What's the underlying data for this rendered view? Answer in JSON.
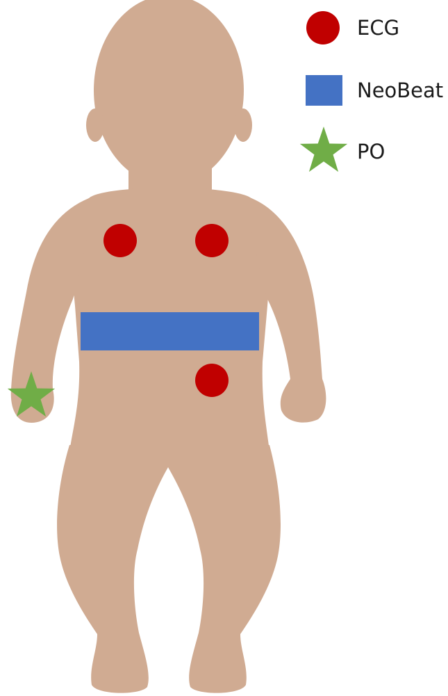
{
  "colors": {
    "skin": "#D0AB92",
    "ecg": "#C00000",
    "neobeat": "#4472C4",
    "po": "#70AD47",
    "background": "#FFFFFF"
  },
  "legend": [
    {
      "key": "ecg",
      "symbol": "circle",
      "label": "ECG"
    },
    {
      "key": "neobeat",
      "symbol": "rectangle",
      "label": "NeoBeat"
    },
    {
      "key": "po",
      "symbol": "star",
      "label": "PO"
    }
  ],
  "markers": {
    "ecg": [
      "left-chest",
      "right-chest",
      "abdomen"
    ],
    "neobeat": [
      "abdomen-band"
    ],
    "po": [
      "right-wrist"
    ]
  }
}
